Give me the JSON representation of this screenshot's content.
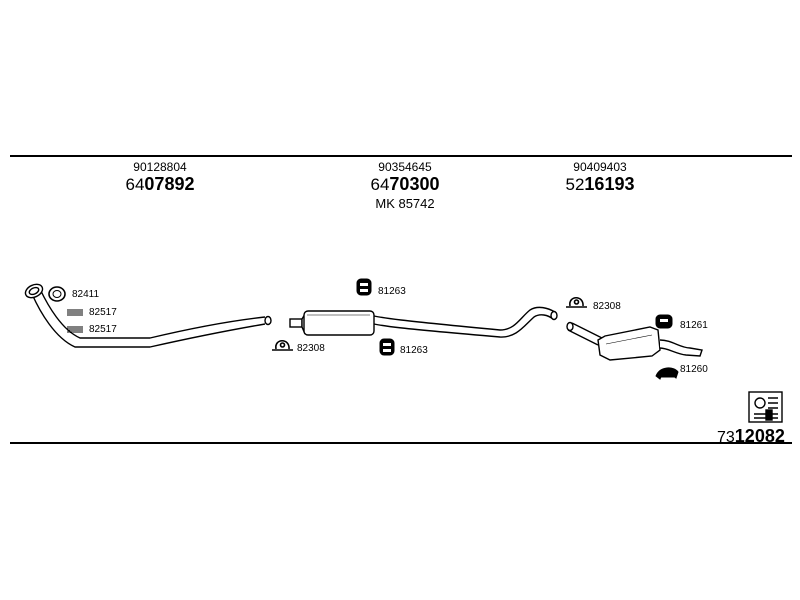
{
  "diagram": {
    "sections": [
      {
        "oe_number": "90128804",
        "article_prefix": "64",
        "article_bold": "07892",
        "extra": ""
      },
      {
        "oe_number": "90354645",
        "article_prefix": "64",
        "article_bold": "70300",
        "extra": "MK  85742"
      },
      {
        "oe_number": "90409403",
        "article_prefix": "52",
        "article_bold": "16193",
        "extra": ""
      }
    ],
    "parts": {
      "gasket": "82411",
      "spring_a": "82517",
      "spring_b": "82517",
      "clamp_front": "82308",
      "hanger_top": "81263",
      "hanger_bottom": "81263",
      "clamp_rear": "82308",
      "hanger_rear_top": "81261",
      "hanger_rear_bottom": "81260"
    },
    "catalog": {
      "prefix": "73",
      "bold": "12082"
    },
    "icons": {
      "hanger": "rubber-hanger-icon",
      "clamp": "clamp-icon",
      "gasket": "gasket-ring-icon",
      "spring": "spring-icon",
      "emblem": "mounting-kit-emblem-icon"
    }
  }
}
